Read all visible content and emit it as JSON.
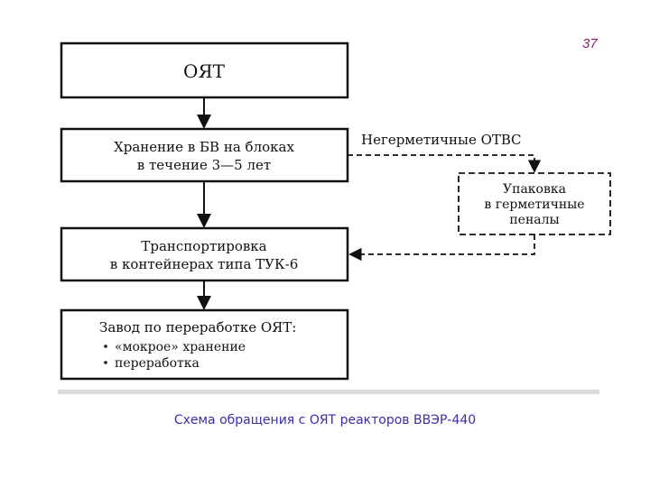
{
  "page_number": "37",
  "caption": "Схема обращения с ОЯТ реакторов ВВЭР-440",
  "boxes": {
    "oyat": "ОЯТ",
    "storage_line1": "Хранение в БВ на блоках",
    "storage_line2": "в течение 3—5 лет",
    "transport_line1": "Транспортировка",
    "transport_line2": "в контейнерах типа ТУК-6",
    "plant_line1": "Завод по переработке ОЯТ:",
    "plant_item1": "«мокрое» хранение",
    "plant_item2": "переработка",
    "packing_line1": "Упаковка",
    "packing_line2": "в герметичные",
    "packing_line3": "пеналы"
  },
  "labels": {
    "leaky": "Негерметичные ОТВС"
  }
}
